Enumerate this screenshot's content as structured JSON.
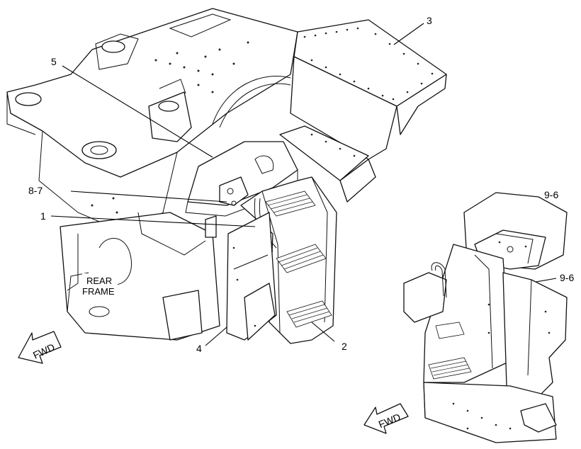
{
  "callouts": {
    "c1": "1",
    "c2": "2",
    "c3": "3",
    "c4": "4",
    "c5": "5",
    "c8_7": "8-7",
    "c9_6_top": "9-6",
    "c9_6_side": "9-6"
  },
  "labels": {
    "rear_frame_line1": "REAR",
    "rear_frame_line2": "FRAME",
    "fwd_main": "FWD",
    "fwd_detail": "FWD"
  },
  "colors": {
    "line": "#111111",
    "background": "#ffffff"
  }
}
